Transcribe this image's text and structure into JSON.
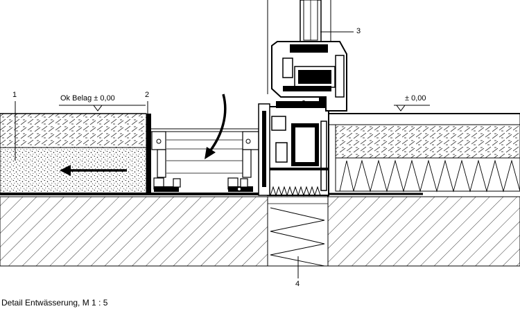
{
  "callouts": {
    "c1": "1",
    "c2": "2",
    "c3": "3",
    "c4": "4"
  },
  "levels": {
    "left": "Ok Belag ± 0,00",
    "right": "± 0,00"
  },
  "caption": "Detail Entwässerung, M 1 : 5"
}
